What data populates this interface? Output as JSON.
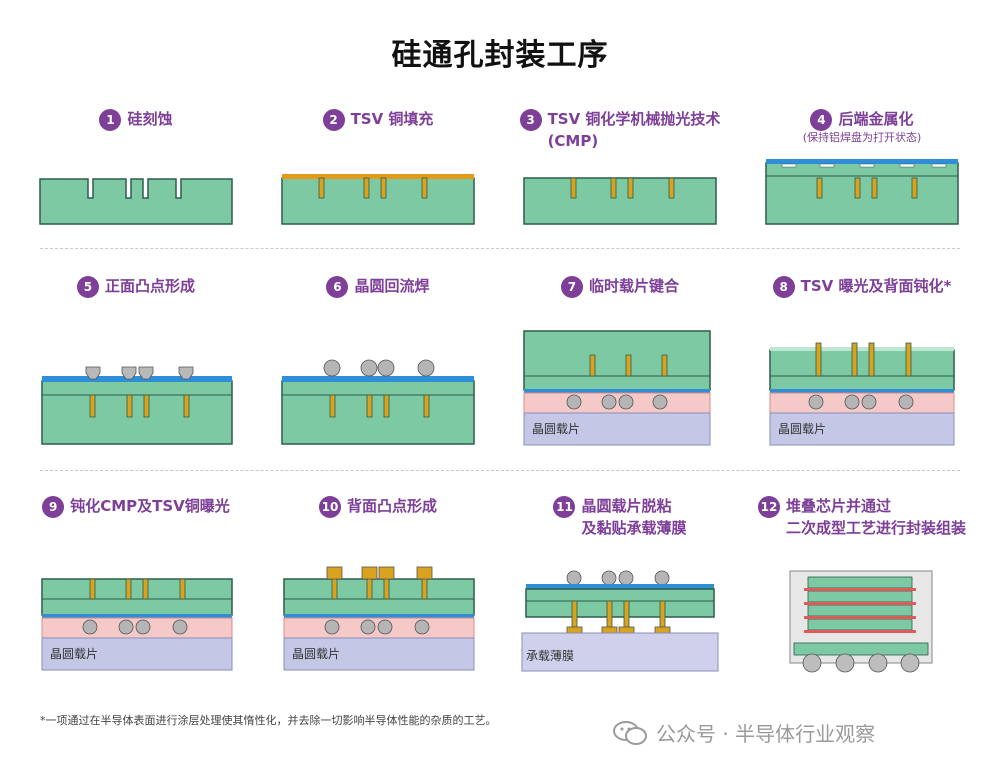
{
  "title": "硅通孔封装工序",
  "steps": [
    {
      "num": "1",
      "label": "硅刻蚀"
    },
    {
      "num": "2",
      "label": "TSV 铜填充"
    },
    {
      "num": "3",
      "label": "TSV 铜化学机械抛光技术\n(CMP)"
    },
    {
      "num": "4",
      "label": "后端金属化",
      "sub": "(保持铝焊盘为打开状态)"
    },
    {
      "num": "5",
      "label": "正面凸点形成"
    },
    {
      "num": "6",
      "label": "晶圆回流焊"
    },
    {
      "num": "7",
      "label": "临时载片键合"
    },
    {
      "num": "8",
      "label": "TSV 曝光及背面钝化*"
    },
    {
      "num": "9",
      "label": "钝化CMP及TSV铜曝光"
    },
    {
      "num": "10",
      "label": "背面凸点形成"
    },
    {
      "num": "11",
      "label": "晶圆载片脱粘\n及黏贴承载薄膜"
    },
    {
      "num": "12",
      "label": "堆叠芯片并通过\n二次成型工艺进行封装组装"
    }
  ],
  "carrier_labels": {
    "wafer_carrier": "晶圆载片",
    "carrier_film": "承载薄膜"
  },
  "footnote": "*一项通过在半导体表面进行涂层处理使其惰性化，并去除一切影响半导体性能的杂质的工艺。",
  "watermark": "公众号 · 半导体行业观察",
  "colors": {
    "silicon": "#7cc9a4",
    "copper": "#d9a21f",
    "metal_blue": "#2f8fd6",
    "carrier": "#c5c7e6",
    "bond": "#f6c9c9",
    "accent": "#7d3f98"
  }
}
